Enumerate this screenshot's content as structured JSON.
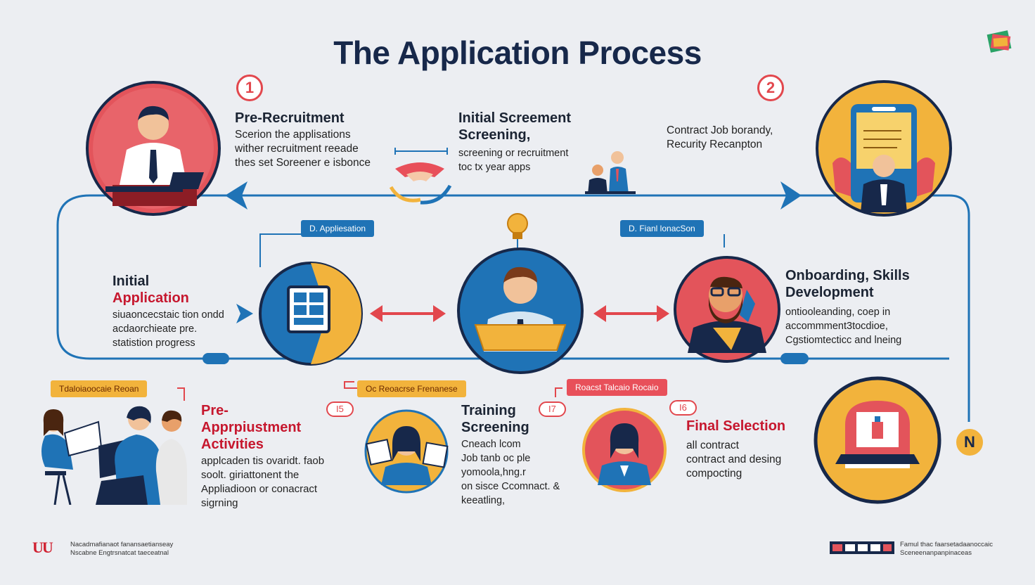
{
  "title": "The Application Process",
  "badges": {
    "one": "1",
    "two": "2",
    "n": "N",
    "i5": "I5",
    "i7": "I7",
    "i6": "I6"
  },
  "stages": {
    "pre_recruitment": {
      "title": "Pre-Recruitment",
      "lines": [
        "Scerion the applisations",
        "wither recruitment reeade",
        "thes set Soreener e isbonce"
      ]
    },
    "initial_screening": {
      "title_line1": "Initial Screement",
      "title_line2": "Screening,",
      "lines": [
        "screening or recruitment",
        "toc tx year apps"
      ]
    },
    "contract_job": {
      "lines": [
        "Contract Job borandy,",
        "Recurity Recanpton"
      ]
    },
    "initial_application": {
      "title_line1": "Initial",
      "title_line2": "Application",
      "lines": [
        "siuaoncecstaic tion ondd",
        "acdaorchieate pre.",
        "statistion progress"
      ]
    },
    "onboarding": {
      "title_line1": "Onboarding, Skills",
      "title_line2": "Development",
      "lines": [
        "ontiooleanding, coep in",
        "accommment3tocdioe,",
        "Cgstiomtecticc and lneing"
      ]
    },
    "pre_appointment": {
      "title_line1": "Pre-",
      "title_line2": "Apprpiustment",
      "title_line3": "Activities",
      "lines": [
        "applcaden tis ovaridt. faob",
        "soolt. giriattonent the",
        "Appliadioon or conacract",
        "sigrning"
      ]
    },
    "training": {
      "title_line1": "Training",
      "title_line2": "Screening",
      "lines": [
        "Cneach lcom",
        "Job tanb oc ple",
        "yomoola,hng.r",
        "on sisce Ccomnact. &",
        "keeatling,"
      ]
    },
    "final_selection": {
      "title": "Final Selection",
      "lines": [
        "all contract",
        "contract and desing",
        "compocting"
      ]
    }
  },
  "tags": {
    "application": "D. Appliesation",
    "final_interview": "D. Fianl lonacSon",
    "tdeal_reon": "Tdaloiaoocaie Reoan",
    "on_process": "Oc Reoacrse Frenanese",
    "rocast_process": "Roacst Talcaio Rocaio"
  },
  "footer": {
    "left_logo": "UU",
    "left_line1": "Nacadmafianaot fanansaetianseay",
    "left_line2": "Nscabne Engtrsnatcat taeceatnal",
    "right_line1": "Famul thac faarsetadaanoccaic",
    "right_line2": "Sceneenanpanpinaceas"
  },
  "colors": {
    "navy": "#17284a",
    "red": "#e2474d",
    "blue": "#1f73b6",
    "yellow": "#f2b33c",
    "line": "#1f73b6"
  }
}
